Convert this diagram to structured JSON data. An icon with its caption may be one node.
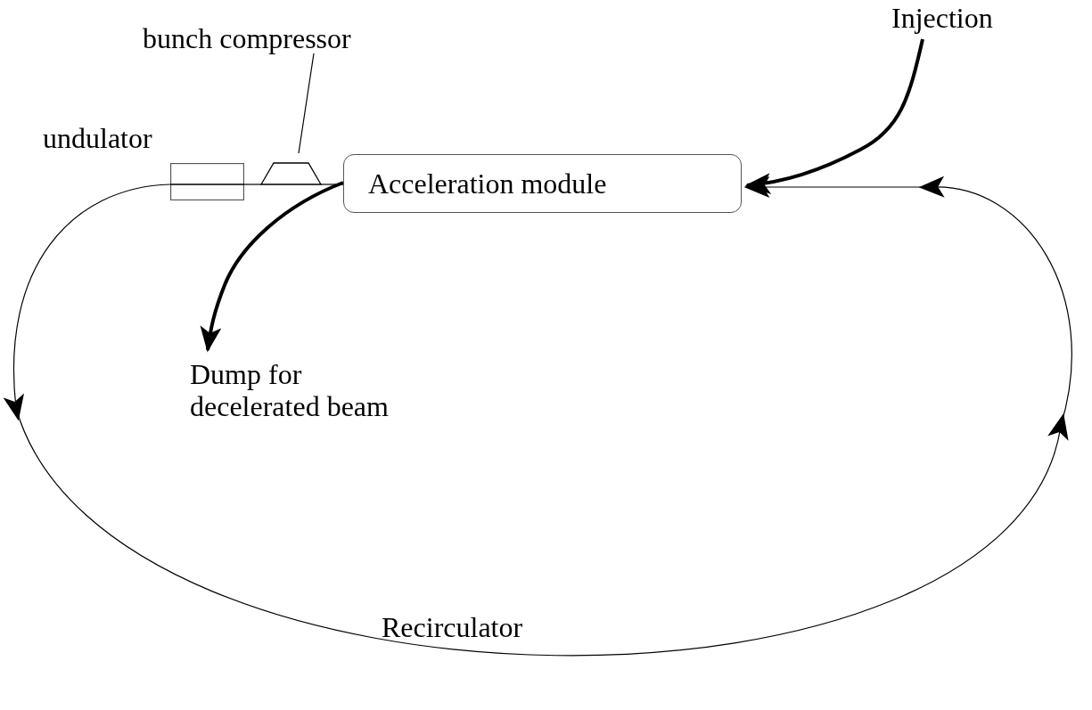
{
  "diagram": {
    "nodes": [
      {
        "text": [
          "Injection"
        ]
      },
      {
        "text": [
          "Acceleration module"
        ]
      },
      {
        "text": [
          "bunch compressor"
        ]
      },
      {
        "text": [],
        "shape": "trapezoid"
      },
      {
        "text": [
          "undulator"
        ]
      },
      {
        "text": [
          "Dump for decelerated beam"
        ]
      }
    ],
    "edges": [
      {
        "from": 0,
        "to": 1,
        "arrow": "to",
        "style": "thick"
      },
      {
        "from": 2,
        "to": 3,
        "arrow": "none"
      },
      {
        "from": 1,
        "to": 5,
        "arrow": "to",
        "style": "thick"
      },
      {
        "from": 1,
        "to": 3,
        "arrow": "none"
      },
      {
        "from": 3,
        "to": 4,
        "arrow": "none"
      },
      {
        "from": 4,
        "to": 1,
        "arrow": "to"
      }
    ],
    "labels": [
      "Recirculator"
    ]
  }
}
